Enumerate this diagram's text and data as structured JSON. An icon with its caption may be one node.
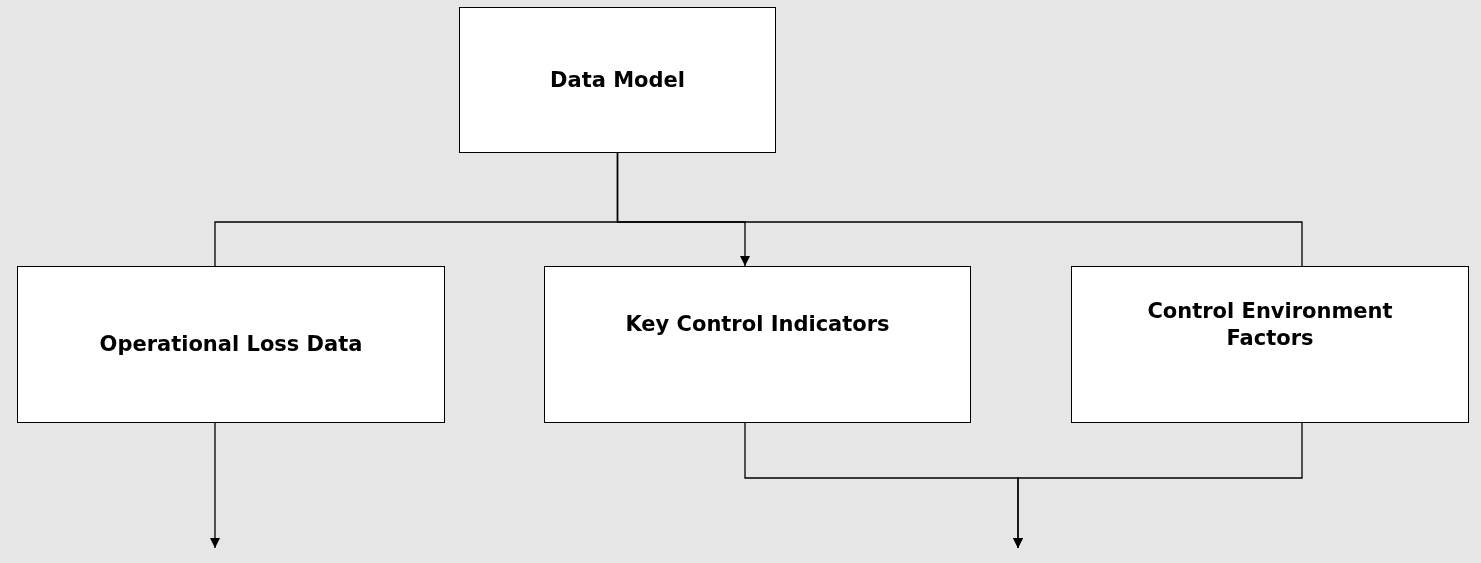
{
  "diagram": {
    "nodes": [
      {
        "text": [
          "Data Model"
        ]
      },
      {
        "text": [
          "Operational Loss Data"
        ]
      },
      {
        "text": [
          "Key Control Indicators"
        ]
      },
      {
        "text": [
          "Control Environment Factors"
        ]
      }
    ],
    "edges": [
      {
        "from": 0,
        "to": 1,
        "arrow": "none"
      },
      {
        "from": 0,
        "to": 2,
        "arrow": "to"
      },
      {
        "from": 0,
        "to": 3,
        "arrow": "none"
      },
      {
        "from": 1,
        "to": null,
        "arrow": "to"
      },
      {
        "from": 2,
        "to": null,
        "arrow": "to"
      },
      {
        "from": 3,
        "to": null,
        "arrow": "to"
      }
    ]
  }
}
